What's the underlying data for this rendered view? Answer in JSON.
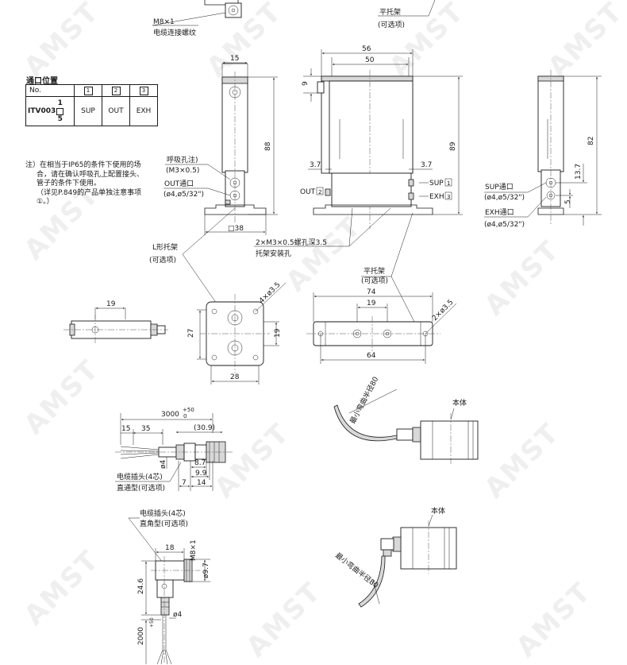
{
  "watermark": "AMST",
  "top_left": {
    "thread": "M8×1",
    "thread_label": "电缆连接螺纹"
  },
  "top_right": {
    "bracket": "平托架",
    "optional": "(可选项)"
  },
  "port_table": {
    "title": "通口位置",
    "header": [
      "No.",
      "1",
      "2",
      "3"
    ],
    "model_prefix": "ITV003",
    "model_options": [
      "1",
      "5"
    ],
    "cells": [
      "SUP",
      "OUT",
      "EXH"
    ]
  },
  "note": {
    "lines": [
      "注）在相当于IP65的条件下使用的场",
      "合，请在确认呼吸孔上配置接头、",
      "管子的条件下使用。",
      "（详见P.849的产品单独注意事项",
      "①。）"
    ]
  },
  "side_view": {
    "dim_width": "15",
    "dim_height": "88",
    "breather_label": "呼吸孔注)",
    "breather_spec": "(M3×0.5)",
    "out_label": "OUT通口",
    "out_spec": "(ø4,ø5/32\")",
    "dim_bracket": "□38"
  },
  "front_view": {
    "dim_56": "56",
    "dim_50": "50",
    "dim_9": "9",
    "dim_89": "89",
    "dim_37a": "3.7",
    "dim_37b": "3.7",
    "out_label": "OUT",
    "out_num": "2",
    "sup_label": "SUP",
    "sup_num": "1",
    "exh_label": "EXH",
    "exh_num": "3",
    "screw_label": "2×M3×0.5螺孔深3.5",
    "screw_sub": "托架安装孔"
  },
  "right_view": {
    "dim_82": "82",
    "dim_137": "13.7",
    "dim_5": "5",
    "sup_label": "SUP通口",
    "sup_spec": "(ø4,ø5/32\")",
    "exh_label": "EXH通口",
    "exh_spec": "(ø4,ø5/32\")"
  },
  "l_bracket": {
    "label": "L形托架",
    "optional": "(可选项)",
    "dim_19": "19",
    "dim_27": "27",
    "dim_19b": "19",
    "dim_28": "28",
    "holes": "4×ø3.5"
  },
  "flat_bracket": {
    "label": "平托架",
    "optional": "(可选项)",
    "dim_74": "74",
    "dim_19": "19",
    "dim_64": "64",
    "holes": "2×ø3.5"
  },
  "cable_straight": {
    "dim_3000": "3000",
    "tol_plus": "+50",
    "tol_zero": "0",
    "dim_15": "15",
    "dim_35": "35",
    "dim_309": "(30.9)",
    "dim_phi4": "ø4",
    "dim_87": "8.7",
    "dim_99": "9.9",
    "dim_7": "7",
    "dim_14": "14",
    "label": "电缆插头(4芯)",
    "type": "直通型(可选项)"
  },
  "bend_top": {
    "radius": "最小弯曲半径80",
    "body": "本体"
  },
  "cable_angle": {
    "label": "电缆插头(4芯)",
    "type": "直角型(可选项)",
    "dim_18": "18",
    "dim_m8": "M8×1",
    "dim_97": "ø9.7",
    "dim_246": "24.6",
    "dim_phi4": "ø4",
    "dim_2000": "2000",
    "tol": "+50"
  },
  "bend_bottom": {
    "radius": "最小弯曲半径80",
    "body": "本体"
  }
}
